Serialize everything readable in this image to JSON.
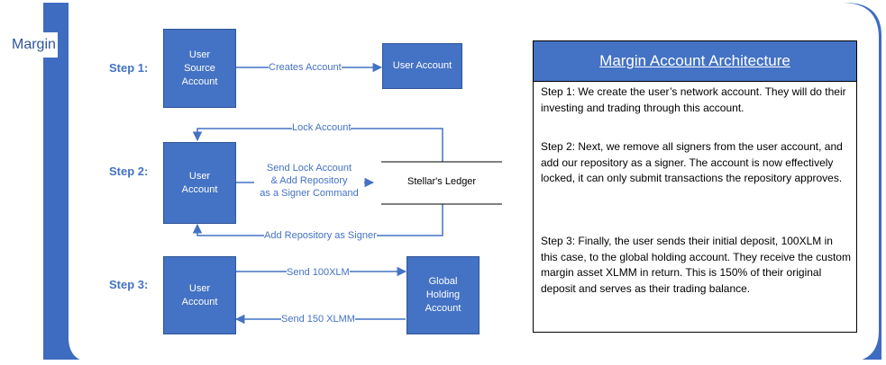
{
  "section_tab": "Margin",
  "colors": {
    "accent": "#4472c4",
    "dark_accent": "#2f5597",
    "frame_bg": "#3e6cc0"
  },
  "steps": {
    "step1": {
      "label": "Step 1:",
      "source_box": "User\nSource\nAccount",
      "arrow_label": "Creates Account",
      "target_box": "User Account"
    },
    "step2": {
      "label": "Step 2:",
      "account_box": "User\nAccount",
      "command_label": "Send Lock Account\n& Add Repository\nas a Signer Command",
      "ledger": "Stellar's Ledger",
      "lock_label": "Lock Account",
      "add_signer_label": "Add Repository as Signer"
    },
    "step3": {
      "label": "Step 3:",
      "account_box": "User\nAccount",
      "send_label": "Send 100XLM",
      "holding_box": "Global\nHolding\nAccount",
      "return_label": "Send 150 XLMM"
    }
  },
  "panel": {
    "title": "Margin Account Architecture",
    "paragraphs": [
      "Step 1: We create the user’s network account. They will do their investing and trading through this account.",
      "Step 2: Next, we remove all signers from the user account, and add our repository as a signer. The account is now effectively locked, it can only submit transactions the repository approves.",
      "Step 3: Finally, the user sends their initial deposit, 100XLM in this case, to the global holding account. They receive the custom margin asset XLMM in return. This is 150% of their original deposit and serves as their trading balance."
    ]
  }
}
